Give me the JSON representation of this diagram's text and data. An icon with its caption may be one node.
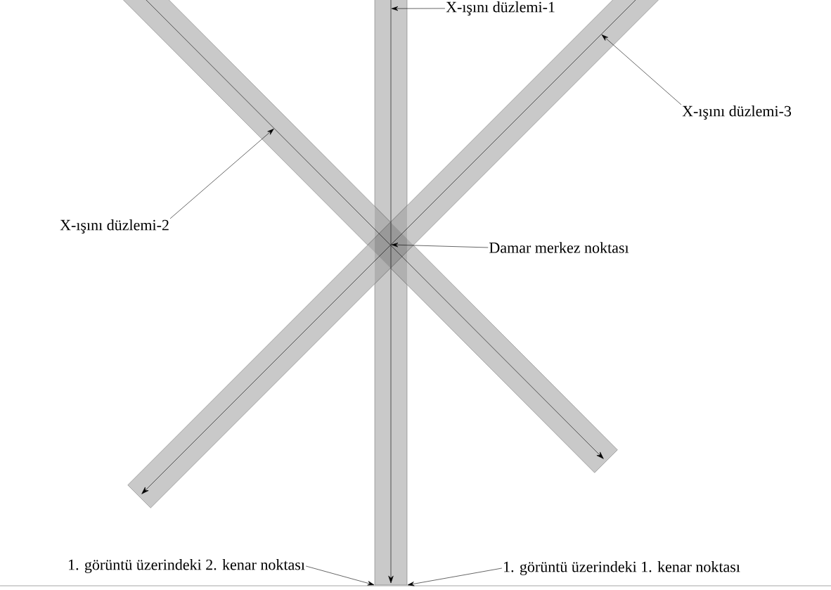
{
  "diagram": {
    "nodes": [
      {
        "text": [],
        "shape": "bar"
      },
      {
        "text": [],
        "shape": "bar"
      },
      {
        "text": [],
        "shape": "bar"
      },
      {
        "text": [
          "X-ışını düzlemi-1"
        ]
      },
      {
        "text": [
          "X-ışını düzlemi-2"
        ]
      },
      {
        "text": [
          "X-ışını düzlemi-3"
        ]
      },
      {
        "text": [
          "Damar merkez noktası"
        ]
      },
      {
        "text": [
          "1. görüntü üzerindeki 2. kenar noktası"
        ]
      },
      {
        "text": [
          "1. görüntü üzerindeki 1. kenar noktası"
        ]
      }
    ],
    "edges": [
      {
        "from": 3,
        "to": 0,
        "arrow": "to"
      },
      {
        "from": 4,
        "to": 1,
        "arrow": "to"
      },
      {
        "from": 5,
        "to": 2,
        "arrow": "to"
      },
      {
        "from": 6,
        "to": 0,
        "arrow": "to"
      },
      {
        "from": 7,
        "to": 0,
        "arrow": "to"
      },
      {
        "from": 8,
        "to": 0,
        "arrow": "to"
      }
    ]
  }
}
